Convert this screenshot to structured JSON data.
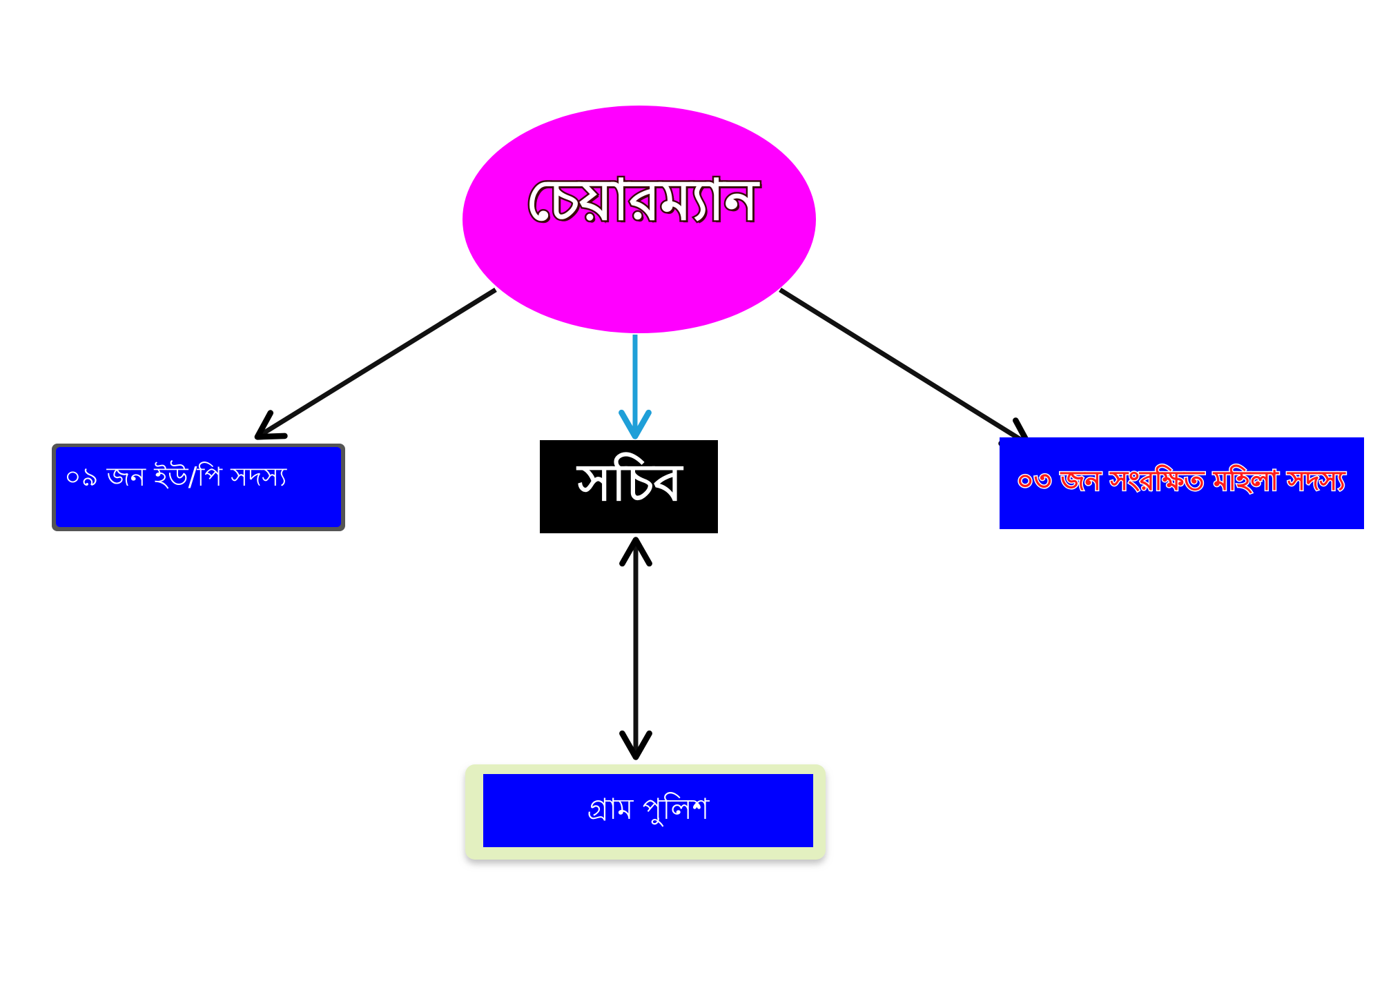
{
  "nodes": {
    "chairman": {
      "label": "চেয়ারম্যান",
      "fill": "#ff00ff"
    },
    "secretary": {
      "label": "সচিব",
      "fill": "#000000"
    },
    "members": {
      "label": "০৯ জন ইউ/পি সদস্য",
      "fill": "#0000ff"
    },
    "women_members": {
      "label": "০৩ জন সংরক্ষিত মহিলা সদস্য",
      "fill": "#0000ff",
      "text_color": "#ff1a1a"
    },
    "village_police": {
      "label": "গ্রাম পুলিশ",
      "fill": "#0000ff",
      "frame_color": "#e3f0c0"
    }
  },
  "edges": [
    {
      "from": "chairman",
      "to": "members",
      "style": "single-arrow",
      "color": "#000000"
    },
    {
      "from": "chairman",
      "to": "secretary",
      "style": "single-arrow",
      "color": "#1f9fd8"
    },
    {
      "from": "chairman",
      "to": "women_members",
      "style": "single-arrow",
      "color": "#000000"
    },
    {
      "from": "secretary",
      "to": "village_police",
      "style": "double-arrow",
      "color": "#000000"
    }
  ]
}
